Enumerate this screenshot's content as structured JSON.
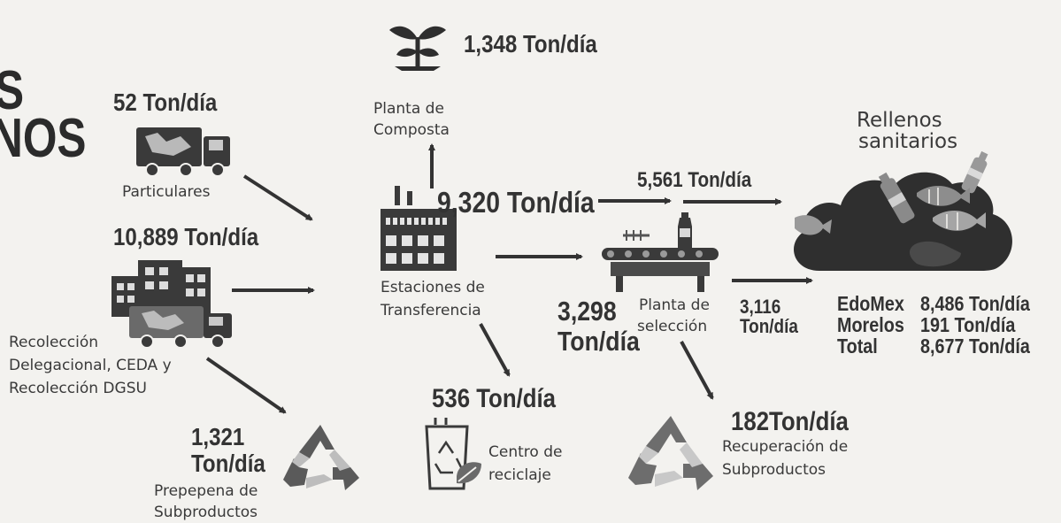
{
  "title": {
    "line1": "S",
    "line2": "NOS"
  },
  "compost": {
    "value": "1,348 Ton/día",
    "label_line1": "Planta de",
    "label_line2": "Composta"
  },
  "particulares": {
    "value": "52 Ton/día",
    "label": "Particulares"
  },
  "recoleccion": {
    "value": "10,889 Ton/día",
    "label_line1": "Recolección",
    "label_line2": "Delegacional, CEDA y",
    "label_line3": "Recolección DGSU"
  },
  "prepepena": {
    "value_line1": "1,321",
    "value_line2": "Ton/día",
    "label_line1": "Prepepena de",
    "label_line2": "Subproductos"
  },
  "transferencia": {
    "value": "9,320 Ton/día",
    "label_line1": "Estaciones de",
    "label_line2": "Transferencia"
  },
  "to_rellenos": {
    "value": "5,561 Ton/día"
  },
  "seleccion": {
    "in_value_line1": "3,298",
    "in_value_line2": "Ton/día",
    "label_line1": "Planta de",
    "label_line2": "selección"
  },
  "seleccion_out": {
    "value_line1": "3,116",
    "value_line2": "Ton/día"
  },
  "reciclaje": {
    "value": "536 Ton/día",
    "label_line1": "Centro de",
    "label_line2": "reciclaje"
  },
  "recuperacion": {
    "value": "182Ton/día",
    "label_line1": "Recuperación de",
    "label_line2": "Subproductos"
  },
  "rellenos": {
    "label_line1": "Rellenos",
    "label_line2": "sanitarios",
    "rows": [
      {
        "name": "EdoMex",
        "value": "8,486  Ton/día"
      },
      {
        "name": "Morelos",
        "value": "191 Ton/día"
      },
      {
        "name": "Total",
        "value": "8,677 Ton/día"
      }
    ]
  }
}
